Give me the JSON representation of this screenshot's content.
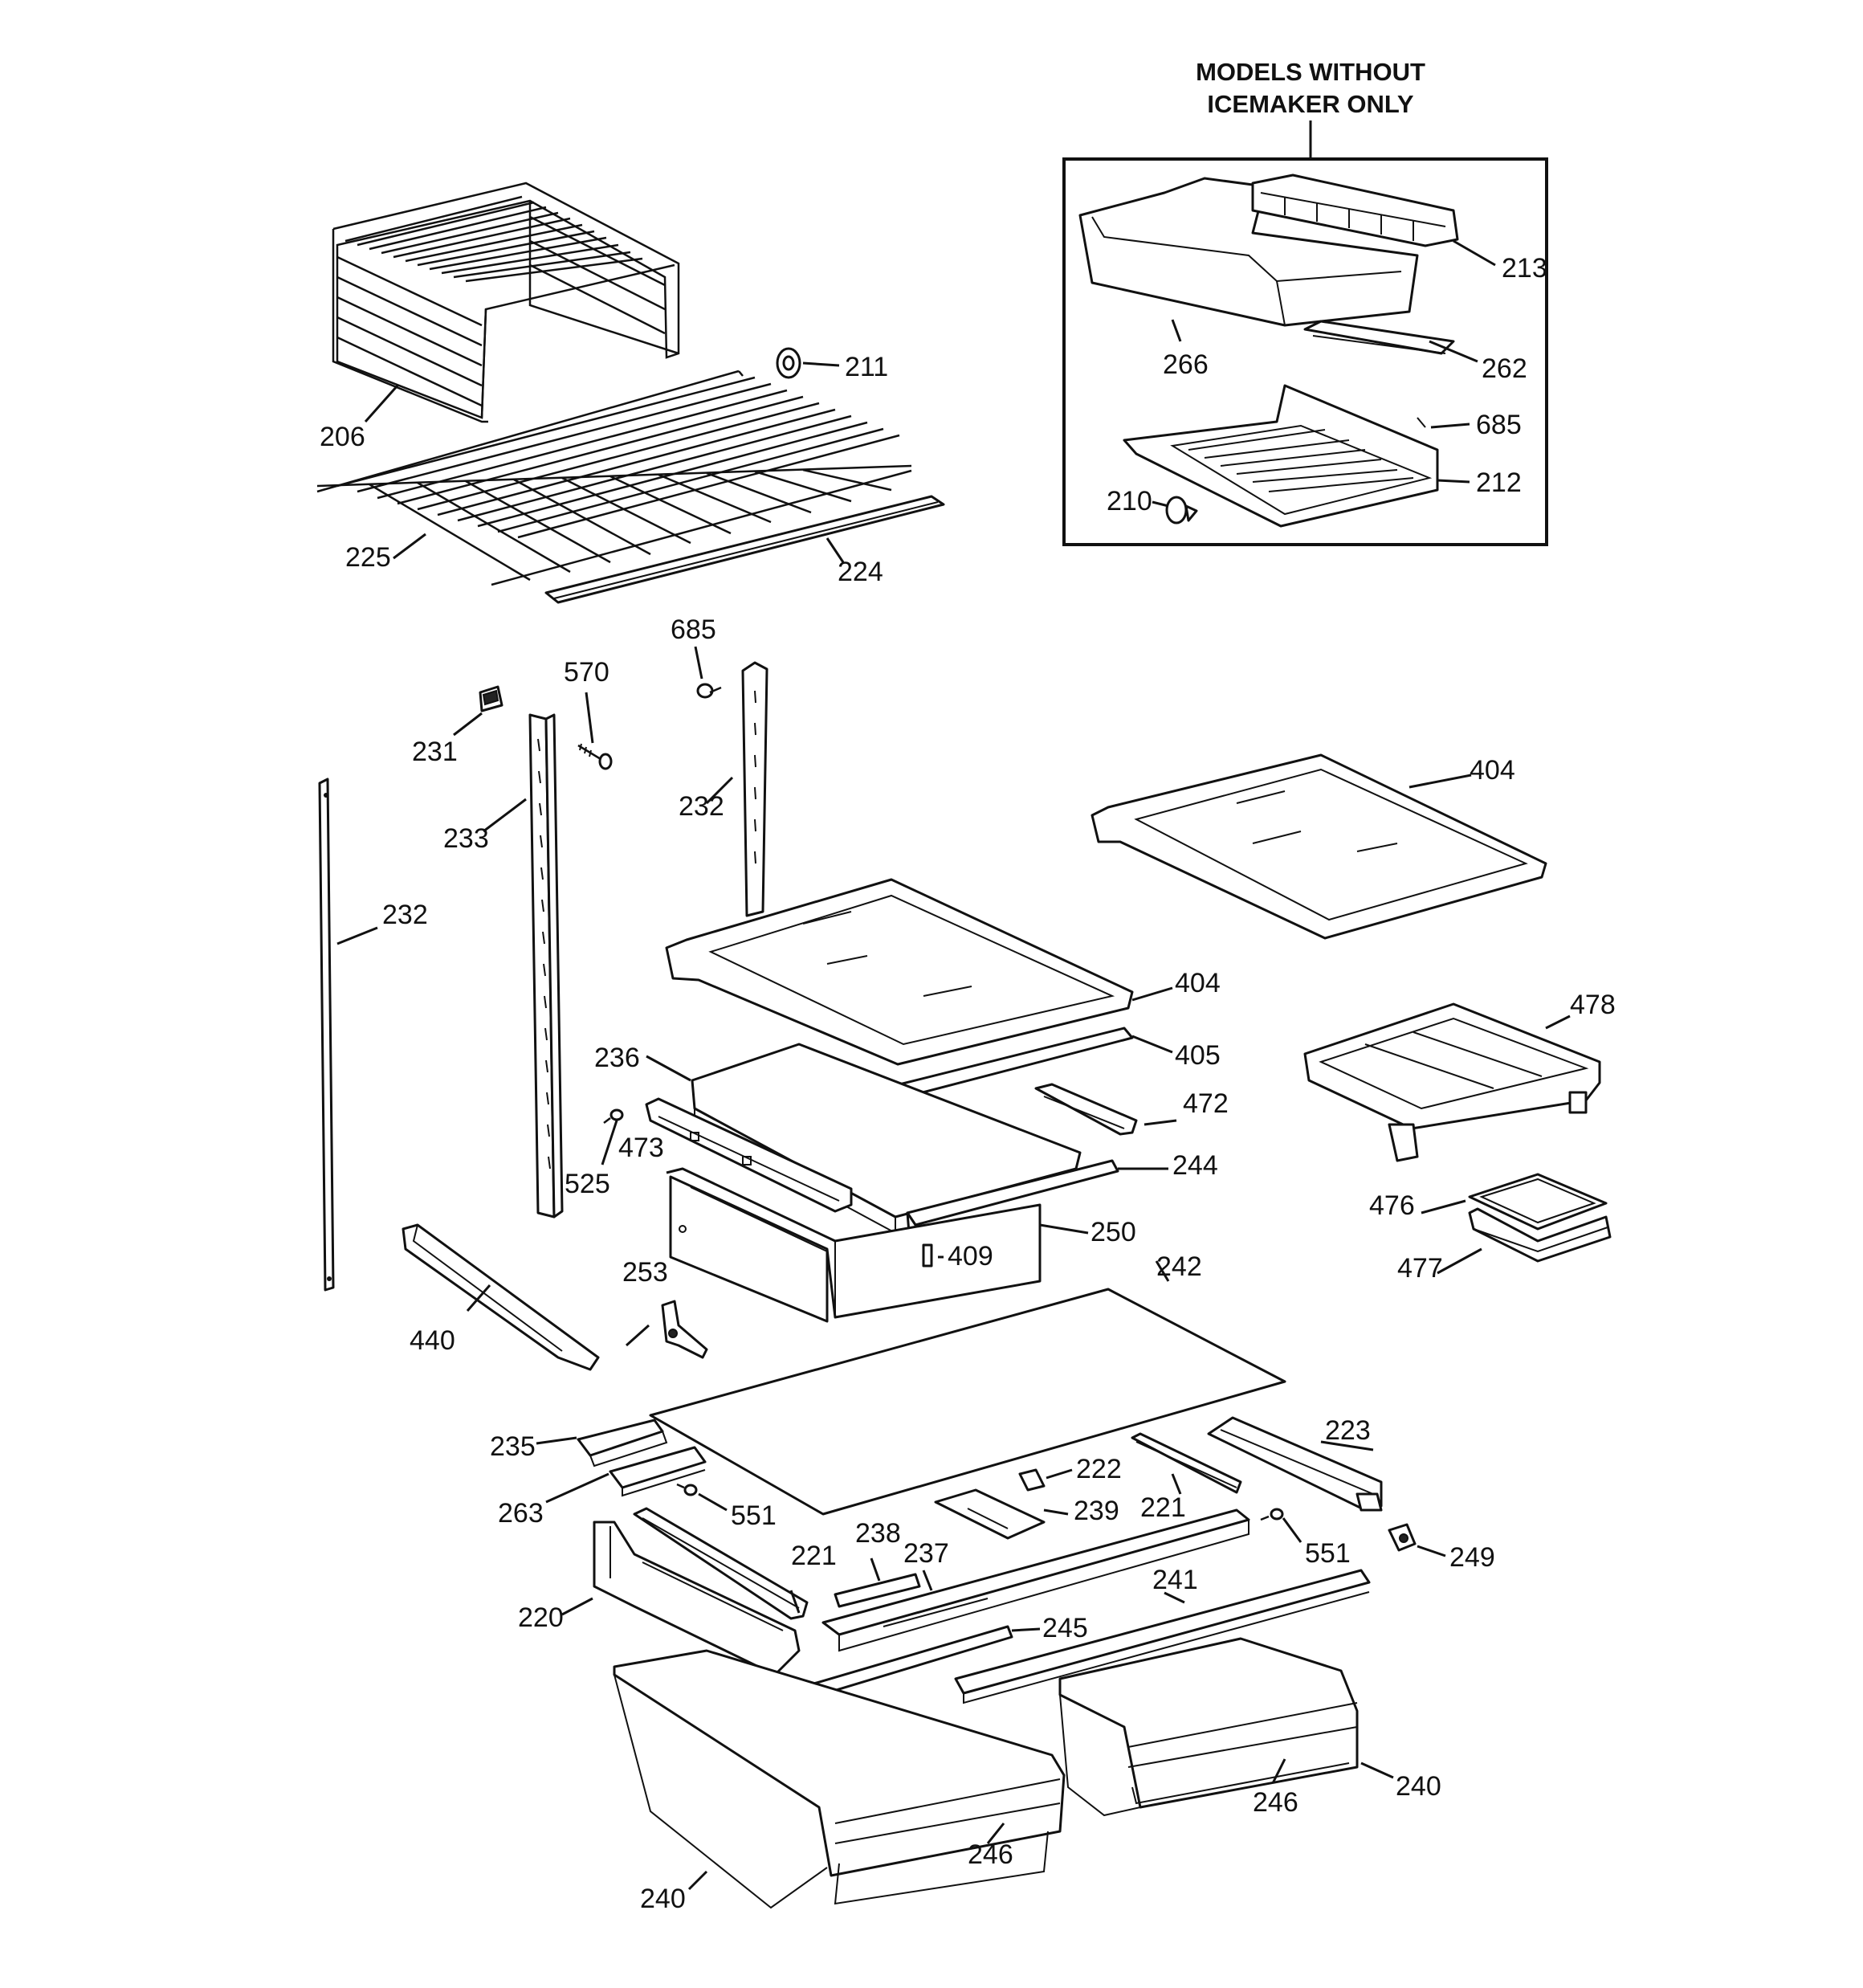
{
  "inset": {
    "header_line1": "MODELS WITHOUT",
    "header_line2": "ICEMAKER ONLY"
  },
  "callouts": {
    "c213": "213",
    "c266": "266",
    "c262": "262",
    "c685a": "685",
    "c212": "212",
    "c210": "210",
    "c211": "211",
    "c206": "206",
    "c225": "225",
    "c224": "224",
    "c685b": "685",
    "c570": "570",
    "c231": "231",
    "c233": "233",
    "c232a": "232",
    "c232b": "232",
    "c404a": "404",
    "c404b": "404",
    "c405": "405",
    "c236": "236",
    "c472": "472",
    "c473": "473",
    "c525": "525",
    "c244": "244",
    "c250": "250",
    "c409": "409",
    "c478": "478",
    "c476": "476",
    "c477": "477",
    "c253": "253",
    "c440": "440",
    "c242": "242",
    "c235": "235",
    "c263": "263",
    "c551a": "551",
    "c223": "223",
    "c222": "222",
    "c239": "239",
    "c221a": "221",
    "c221b": "221",
    "c238": "238",
    "c237": "237",
    "c551b": "551",
    "c249": "249",
    "c220": "220",
    "c241": "241",
    "c245": "245",
    "c246a": "246",
    "c246b": "246",
    "c240a": "240",
    "c240b": "240"
  }
}
